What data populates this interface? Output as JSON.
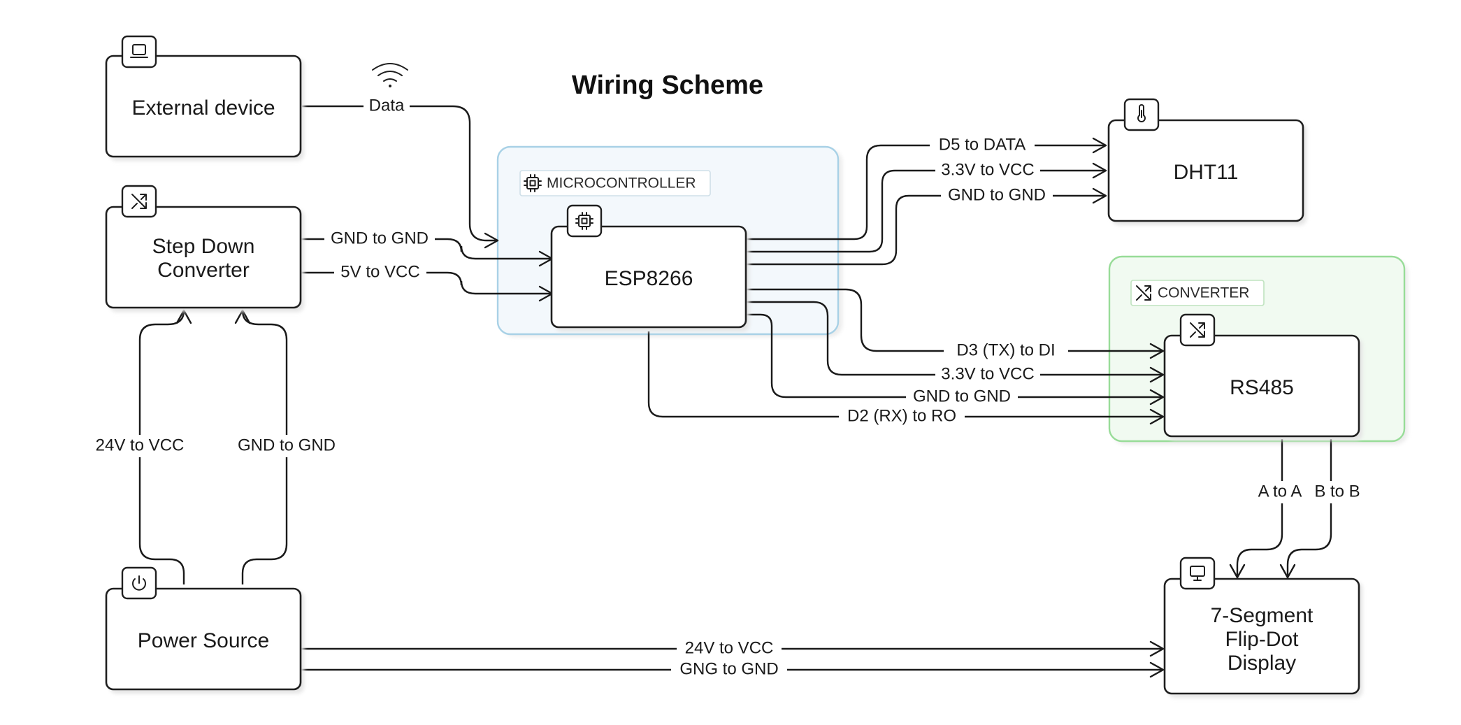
{
  "title": "Wiring Scheme",
  "groups": {
    "microcontroller": "MICROCONTROLLER",
    "converter": "CONVERTER"
  },
  "nodes": {
    "external_device": "External device",
    "step_down": [
      "Step Down",
      "Converter"
    ],
    "power_source": "Power Source",
    "esp8266": "ESP8266",
    "dht11": "DHT11",
    "rs485": "RS485",
    "display": [
      "7-Segment",
      "Flip-Dot",
      "Display"
    ]
  },
  "icons": {
    "external_device": "laptop-icon",
    "step_down": "shuffle-icon",
    "power_source": "power-icon",
    "esp8266": "chip-icon",
    "dht11": "thermometer-icon",
    "rs485": "shuffle-icon",
    "display": "monitor-icon",
    "data_link": "wifi-icon"
  },
  "connections": {
    "data": "Data",
    "sd_gnd": "GND to GND",
    "sd_5v": "5V to VCC",
    "ps_24v": "24V to VCC",
    "ps_gnd": "GND to GND",
    "d5": "D5 to DATA",
    "dht_vcc": "3.3V to VCC",
    "dht_gnd": "GND to GND",
    "d3": "D3 (TX) to DI",
    "rs_vcc": "3.3V to VCC",
    "rs_gnd": "GND to GND",
    "d2": "D2 (RX) to RO",
    "a_to_a": "A to A",
    "b_to_b": "B to B",
    "disp_24v": "24V to VCC",
    "disp_gnd": "GNG to GND"
  }
}
